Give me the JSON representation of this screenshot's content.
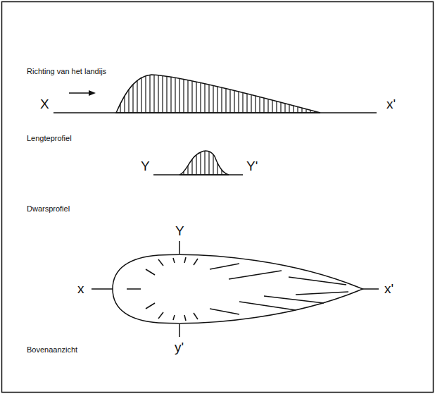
{
  "diagram": {
    "labels": [
      "Richting van het landijs",
      "X",
      "x'",
      "Lengteprofiel",
      "Y",
      "Y'",
      "Dwarsprofiel",
      "Y",
      "x",
      "x'",
      "y'",
      "Bovenaanzicht"
    ]
  }
}
